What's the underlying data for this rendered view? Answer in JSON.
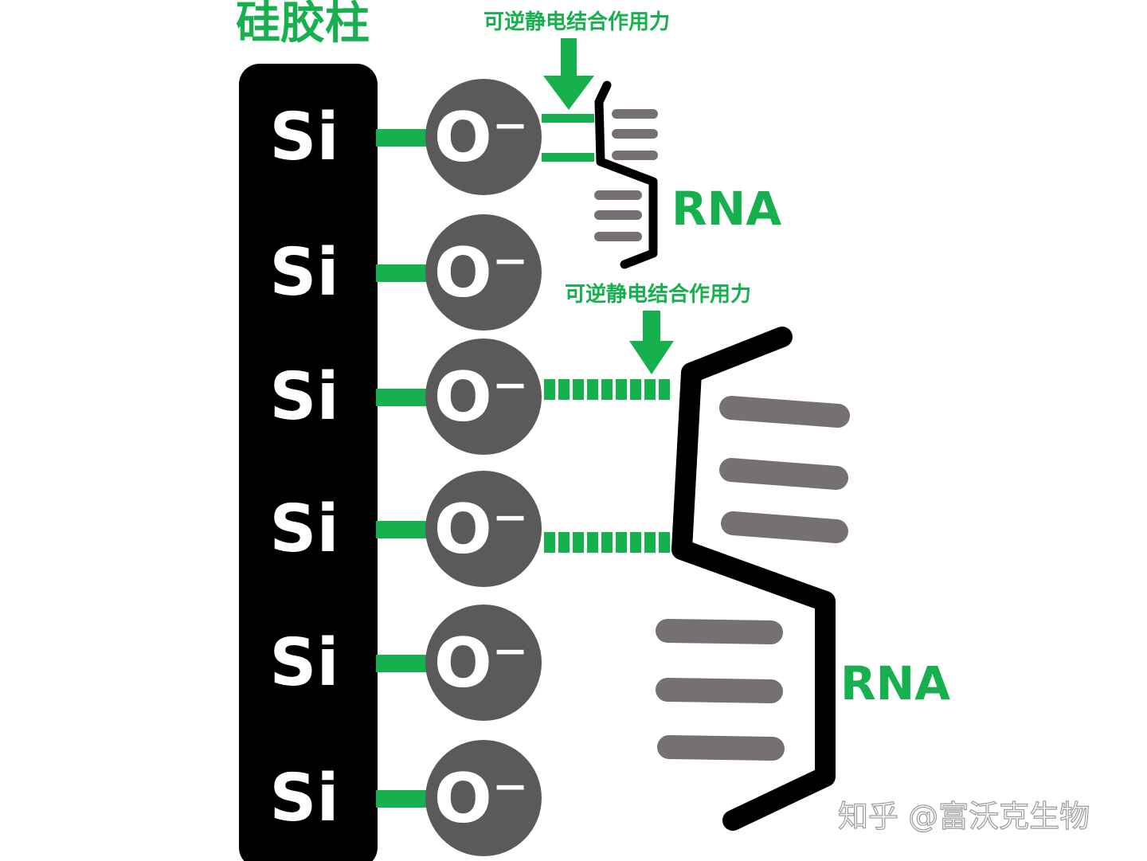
{
  "title": "硅胶柱",
  "force_label_top": "可逆静电结合作用力",
  "force_label_bottom": "可逆静电结合作用力",
  "rna_label_top": "RNA",
  "rna_label_bottom": "RNA",
  "silicon_atoms": [
    "Si",
    "Si",
    "Si",
    "Si",
    "Si",
    "Si"
  ],
  "oxygen_ions": [
    "O⁻",
    "O⁻",
    "O⁻",
    "O⁻",
    "O⁻",
    "O⁻"
  ],
  "watermark": "知乎 @富沃克生物",
  "colors": {
    "accent_green": "#17b04f",
    "column_black": "#000000",
    "oxygen_gray": "#5b5a5a",
    "base_gray": "#767170",
    "atom_text": "#ffffff"
  }
}
